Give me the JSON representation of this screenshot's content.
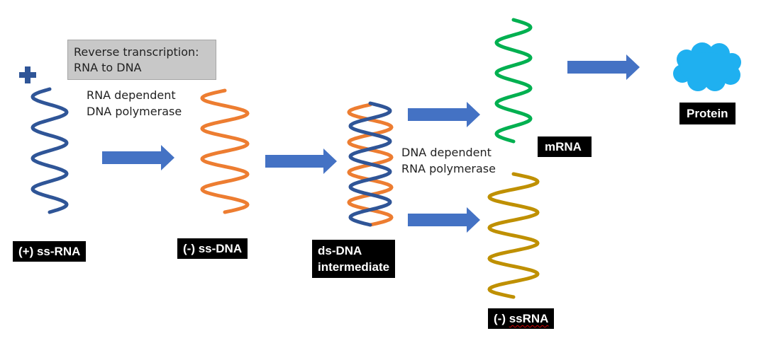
{
  "reverse_transcription": {
    "line1": "Reverse transcription:",
    "line2": "RNA to DNA"
  },
  "enzyme_rdp": {
    "line1": "RNA dependent",
    "line2": "DNA polymerase"
  },
  "enzyme_ddp": {
    "line1": "DNA dependent",
    "line2": "RNA polymerase"
  },
  "labels": {
    "plus_ss_rna": "(+) ss-RNA",
    "minus_ss_dna": "(-) ss-DNA",
    "ds_dna_line1": "ds-DNA",
    "ds_dna_line2": "intermediate",
    "mrna": "mRNA",
    "minus_ssrna_prefix": "(-) ",
    "minus_ssrna_word": "ssRNA",
    "protein": "Protein"
  },
  "colors": {
    "plus_ss_rna": "#2f5597",
    "minus_ss_dna": "#ed7d31",
    "mrna": "#00b050",
    "minus_ssrna": "#bf9000",
    "arrow": "#4472c4",
    "protein": "#1fb0f0",
    "label_bg": "#000000",
    "label_text": "#ffffff",
    "caption_box": "#c8c8c8"
  },
  "icons": {
    "plus_sign": "plus-icon",
    "protein": "cloud-icon"
  }
}
